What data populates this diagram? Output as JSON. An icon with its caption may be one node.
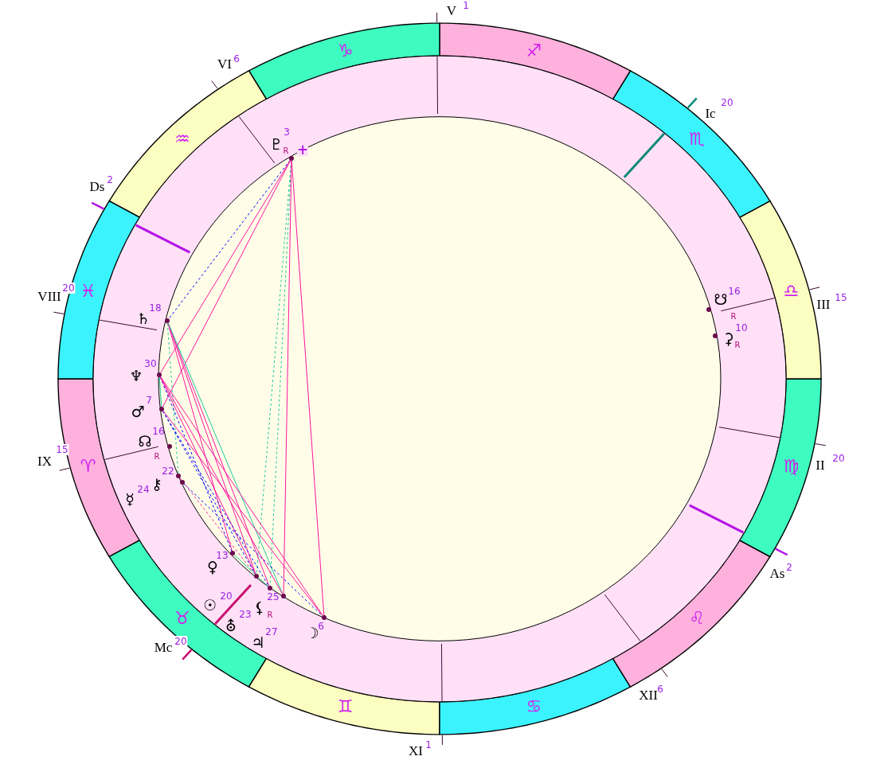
{
  "diagram": {
    "nodes": [
      {
        "text": [],
        "shape": "circle",
        "beside": [
          "♇",
          "3",
          "R",
          "+"
        ]
      },
      {
        "text": [],
        "shape": "circle",
        "beside": [
          "☋",
          "16",
          "R"
        ]
      },
      {
        "text": [],
        "shape": "circle",
        "beside": [
          "♄",
          "18"
        ]
      },
      {
        "text": [],
        "shape": "circle",
        "beside": [
          "⚳",
          "10",
          "R"
        ]
      },
      {
        "text": [],
        "shape": "circle",
        "beside": [
          "♆",
          "30"
        ]
      },
      {
        "text": [],
        "shape": "circle",
        "beside": [
          "♂",
          "7"
        ]
      },
      {
        "text": [],
        "shape": "circle",
        "beside": [
          "☊",
          "16",
          "R"
        ]
      },
      {
        "text": [],
        "shape": "circle",
        "beside": [
          "⚷",
          "22"
        ]
      },
      {
        "text": [],
        "shape": "circle",
        "beside": [
          "☿",
          "24"
        ]
      },
      {
        "text": [],
        "shape": "circle",
        "beside": [
          "♀",
          "13"
        ]
      },
      {
        "text": [],
        "shape": "circle",
        "beside": [
          "☉",
          "20"
        ]
      },
      {
        "text": [],
        "shape": "circle",
        "beside": [
          "⛢",
          "23"
        ]
      },
      {
        "text": [],
        "shape": "circle",
        "beside": [
          "♃",
          "27"
        ]
      },
      {
        "text": [],
        "shape": "circle",
        "beside": [
          "☽",
          "6"
        ]
      }
    ],
    "edges": [
      {
        "from": 0,
        "to": 2,
        "arrow": "none",
        "style": "dashed",
        "color": "#0000ff"
      },
      {
        "from": 0,
        "to": 4,
        "arrow": "none"
      },
      {
        "from": 0,
        "to": 5,
        "arrow": "none"
      },
      {
        "from": 0,
        "to": 10,
        "arrow": "none",
        "style": "dashed",
        "color": "#20c8a0"
      },
      {
        "from": 0,
        "to": 11,
        "arrow": "none",
        "style": "dashed",
        "color": "#20c8a0"
      },
      {
        "from": 0,
        "to": 12,
        "arrow": "none"
      },
      {
        "from": 0,
        "to": 13,
        "arrow": "none"
      },
      {
        "from": 2,
        "to": 7,
        "arrow": "none",
        "style": "dashed",
        "color": "#20c8a0"
      },
      {
        "from": 2,
        "to": 9,
        "arrow": "none"
      },
      {
        "from": 2,
        "to": 10,
        "arrow": "none"
      },
      {
        "from": 2,
        "to": 11,
        "arrow": "none"
      },
      {
        "from": 2,
        "to": 12,
        "arrow": "none",
        "color": "#20c8a0"
      },
      {
        "from": 4,
        "to": 5,
        "arrow": "none",
        "color": "#20c8a0"
      },
      {
        "from": 4,
        "to": 9,
        "arrow": "none",
        "style": "dashed",
        "color": "#0000ff"
      },
      {
        "from": 4,
        "to": 10,
        "arrow": "none"
      },
      {
        "from": 4,
        "to": 12,
        "arrow": "none"
      },
      {
        "from": 4,
        "to": 13,
        "arrow": "none"
      },
      {
        "from": 5,
        "to": 10,
        "arrow": "none",
        "style": "dashed",
        "color": "#0000ff"
      },
      {
        "from": 5,
        "to": 11,
        "arrow": "none",
        "style": "dashed",
        "color": "#0000ff"
      },
      {
        "from": 5,
        "to": 13,
        "arrow": "none"
      },
      {
        "from": 8,
        "to": 13,
        "arrow": "none",
        "style": "dashed",
        "color": "#0000ff"
      },
      {
        "from": 7,
        "to": 10,
        "arrow": "none",
        "style": "dashed"
      },
      {
        "from": 9,
        "to": 11,
        "arrow": "none",
        "color": "#20c8a0"
      }
    ],
    "labels": [
      "V",
      "1",
      "♑",
      "♐",
      "VI",
      "6",
      "Ic",
      "20",
      "♒",
      "♏",
      "Ds",
      "2",
      "♓",
      "♎",
      "VIII",
      "20",
      "III",
      "15",
      "IX",
      "15",
      "II",
      "20",
      "♈",
      "♍",
      "As",
      "2",
      "⚸",
      "25",
      "R",
      "♉",
      "♌",
      "Mc",
      "20",
      "XII",
      "6",
      "♊",
      "♋",
      "XI",
      "1"
    ]
  }
}
